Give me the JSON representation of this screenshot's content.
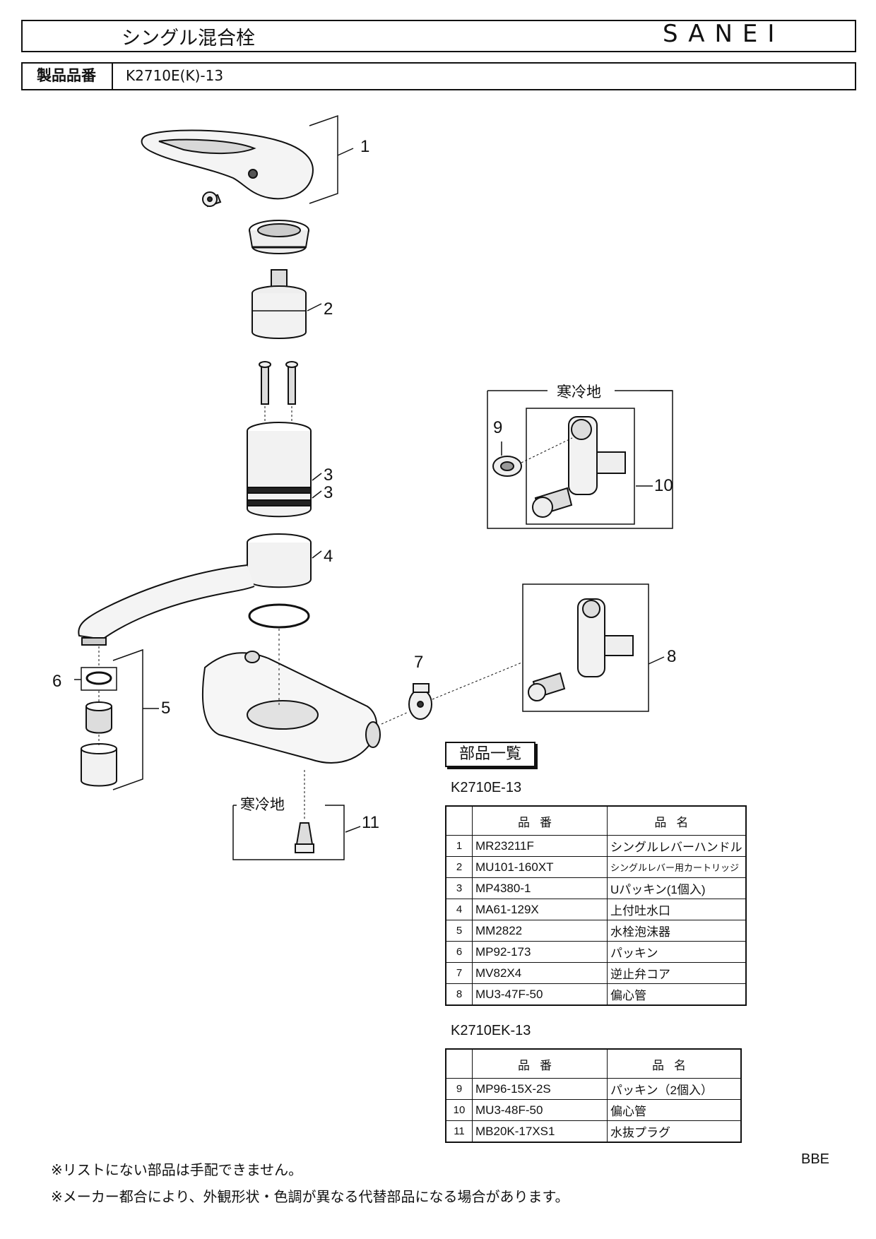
{
  "header": {
    "title": "シングル混合栓",
    "brand": "SANEI",
    "product_number_label": "製品品番",
    "product_number": "K2710E(K)-13"
  },
  "diagram": {
    "callouts": [
      "1",
      "2",
      "3",
      "3",
      "4",
      "5",
      "6",
      "7",
      "8",
      "9",
      "10",
      "11"
    ],
    "cold_region_label_top": "寒冷地",
    "cold_region_label_bottom": "寒冷地"
  },
  "parts_list": {
    "heading": "部品一覧",
    "table1": {
      "model": "K2710E-13",
      "headers": [
        "品番",
        "品名"
      ],
      "rows": [
        {
          "no": "1",
          "code": "MR23211F",
          "name": "シングルレバーハンドル"
        },
        {
          "no": "2",
          "code": "MU101-160XT",
          "name": "シングルレバー用カートリッジ"
        },
        {
          "no": "3",
          "code": "MP4380-1",
          "name": "Uパッキン(1個入)"
        },
        {
          "no": "4",
          "code": "MA61-129X",
          "name": "上付吐水口"
        },
        {
          "no": "5",
          "code": "MM2822",
          "name": "水栓泡沫器"
        },
        {
          "no": "6",
          "code": "MP92-173",
          "name": "パッキン"
        },
        {
          "no": "7",
          "code": "MV82X4",
          "name": "逆止弁コア"
        },
        {
          "no": "8",
          "code": "MU3-47F-50",
          "name": "偏心管"
        }
      ]
    },
    "table2": {
      "model": "K2710EK-13",
      "headers": [
        "品番",
        "品名"
      ],
      "rows": [
        {
          "no": "9",
          "code": "MP96-15X-2S",
          "name": "パッキン（2個入）"
        },
        {
          "no": "10",
          "code": "MU3-48F-50",
          "name": "偏心管"
        },
        {
          "no": "11",
          "code": "MB20K-17XS1",
          "name": "水抜プラグ"
        }
      ]
    }
  },
  "footer": {
    "note1": "※リストにない部品は手配できません。",
    "note2": "※メーカー都合により、外観形状・色調が異なる代替部品になる場合があります。",
    "code": "BBE"
  }
}
